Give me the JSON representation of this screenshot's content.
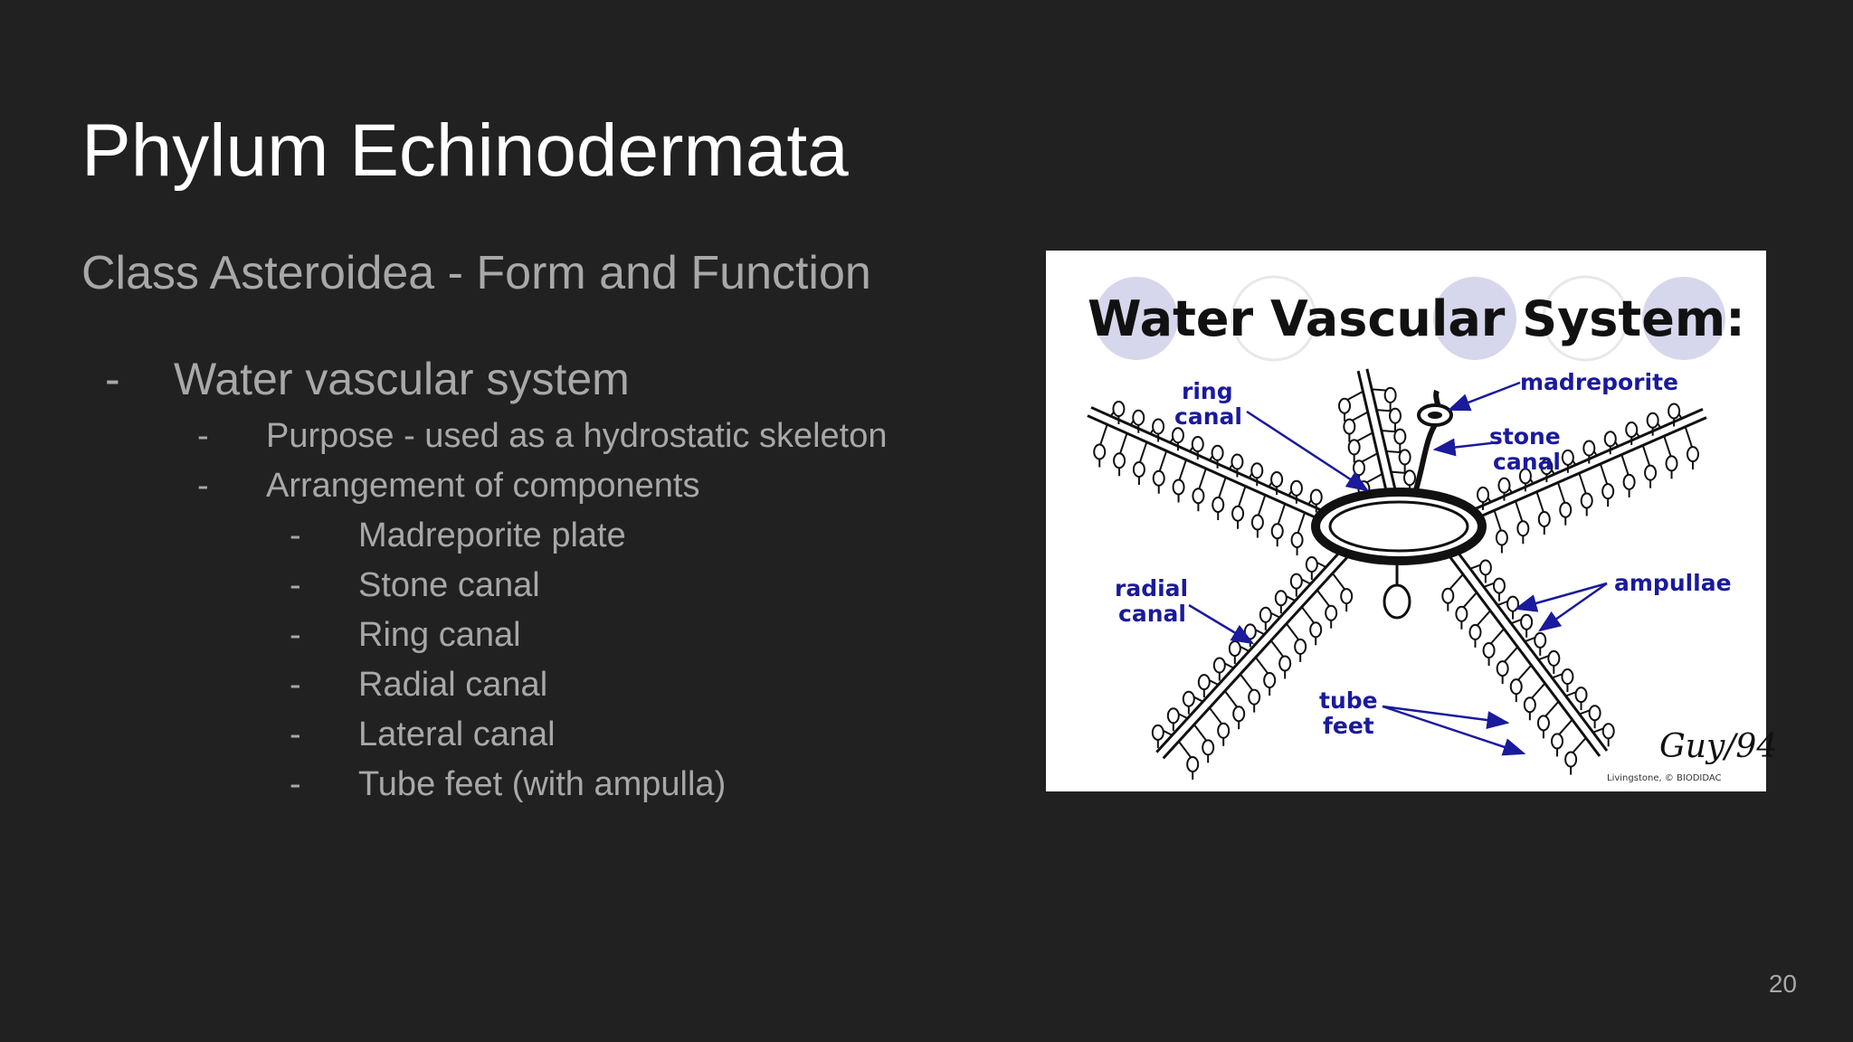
{
  "slide": {
    "title": "Phylum Echinodermata",
    "subtitle": "Class Asteroidea - Form and Function",
    "bullet_marker": "-",
    "level1": {
      "text": "Water vascular system"
    },
    "level2": [
      {
        "text": "Purpose - used as a hydrostatic skeleton"
      },
      {
        "text": "Arrangement of components"
      }
    ],
    "level3": [
      {
        "text": "Madreporite plate"
      },
      {
        "text": "Stone canal"
      },
      {
        "text": "Ring canal"
      },
      {
        "text": "Radial canal"
      },
      {
        "text": "Lateral canal"
      },
      {
        "text": "Tube feet (with ampulla)"
      }
    ],
    "page_number": "20"
  },
  "figure": {
    "heading": "Water Vascular System:",
    "labels": {
      "ring_canal_1": "ring",
      "ring_canal_2": "canal",
      "madreporite": "madreporite",
      "stone_canal_1": "stone",
      "stone_canal_2": "canal",
      "radial_canal_1": "radial",
      "radial_canal_2": "canal",
      "ampullae": "ampullae",
      "tube_feet_1": "tube",
      "tube_feet_2": "feet"
    },
    "signature": "Guy/94",
    "credit": "Livingstone, © BIODIDAC",
    "label_color": "#1a1a9c",
    "ink_color": "#111111"
  }
}
